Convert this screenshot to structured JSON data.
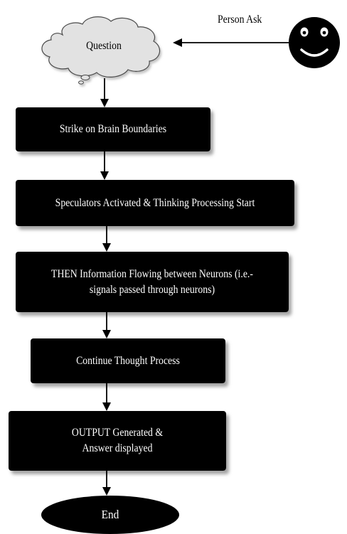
{
  "diagram": {
    "person_label": "Person Ask",
    "question_label": "Question",
    "steps": [
      {
        "label": "Strike on Brain Boundaries"
      },
      {
        "label": "Speculators Activated & Thinking Processing Start"
      },
      {
        "label": "THEN Information Flowing between Neurons (i.e.- signals passed through neurons)"
      },
      {
        "label": "Continue Thought Process"
      },
      {
        "label": "OUTPUT Generated & Answer displayed"
      }
    ],
    "end_label": "End"
  },
  "colors": {
    "box_fill": "#000000",
    "box_shadow": "#9a9a9a",
    "cloud_fill": "#e2e2e2",
    "text_on_dark": "#ffffff",
    "face_fill": "#000000",
    "face_features": "#ffffff"
  },
  "icons": {
    "person": "smiley-face-icon",
    "question": "thought-cloud-icon"
  }
}
